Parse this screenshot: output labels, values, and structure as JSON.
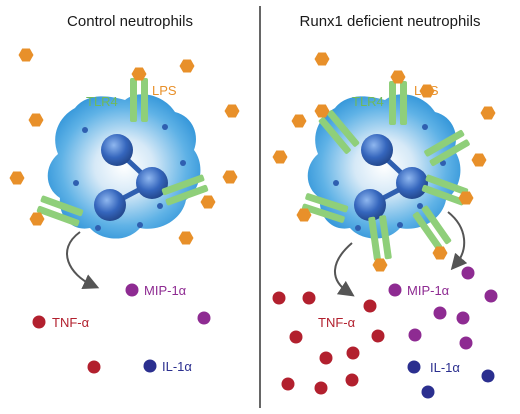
{
  "panels": {
    "left": {
      "title": "Control neutrophils",
      "receptor_label": "TLR4",
      "ligand_label": "LPS",
      "cytokines": {
        "mip": "MIP-1α",
        "tnf": "TNF-α",
        "il": "IL-1α"
      }
    },
    "right": {
      "title": "Runx1 deficient neutrophils",
      "receptor_label": "TLR4",
      "ligand_label": "LPS",
      "cytokines": {
        "mip": "MIP-1α",
        "tnf": "TNF-α",
        "il": "IL-1α"
      }
    }
  },
  "colors": {
    "lps": "#e8902a",
    "receptor": "#8fcf7a",
    "mip": "#8e2b92",
    "tnf": "#b2202e",
    "il": "#2b2f8f",
    "cell_edge": "#2f93d8",
    "nucleus": "#2f5fb0"
  }
}
